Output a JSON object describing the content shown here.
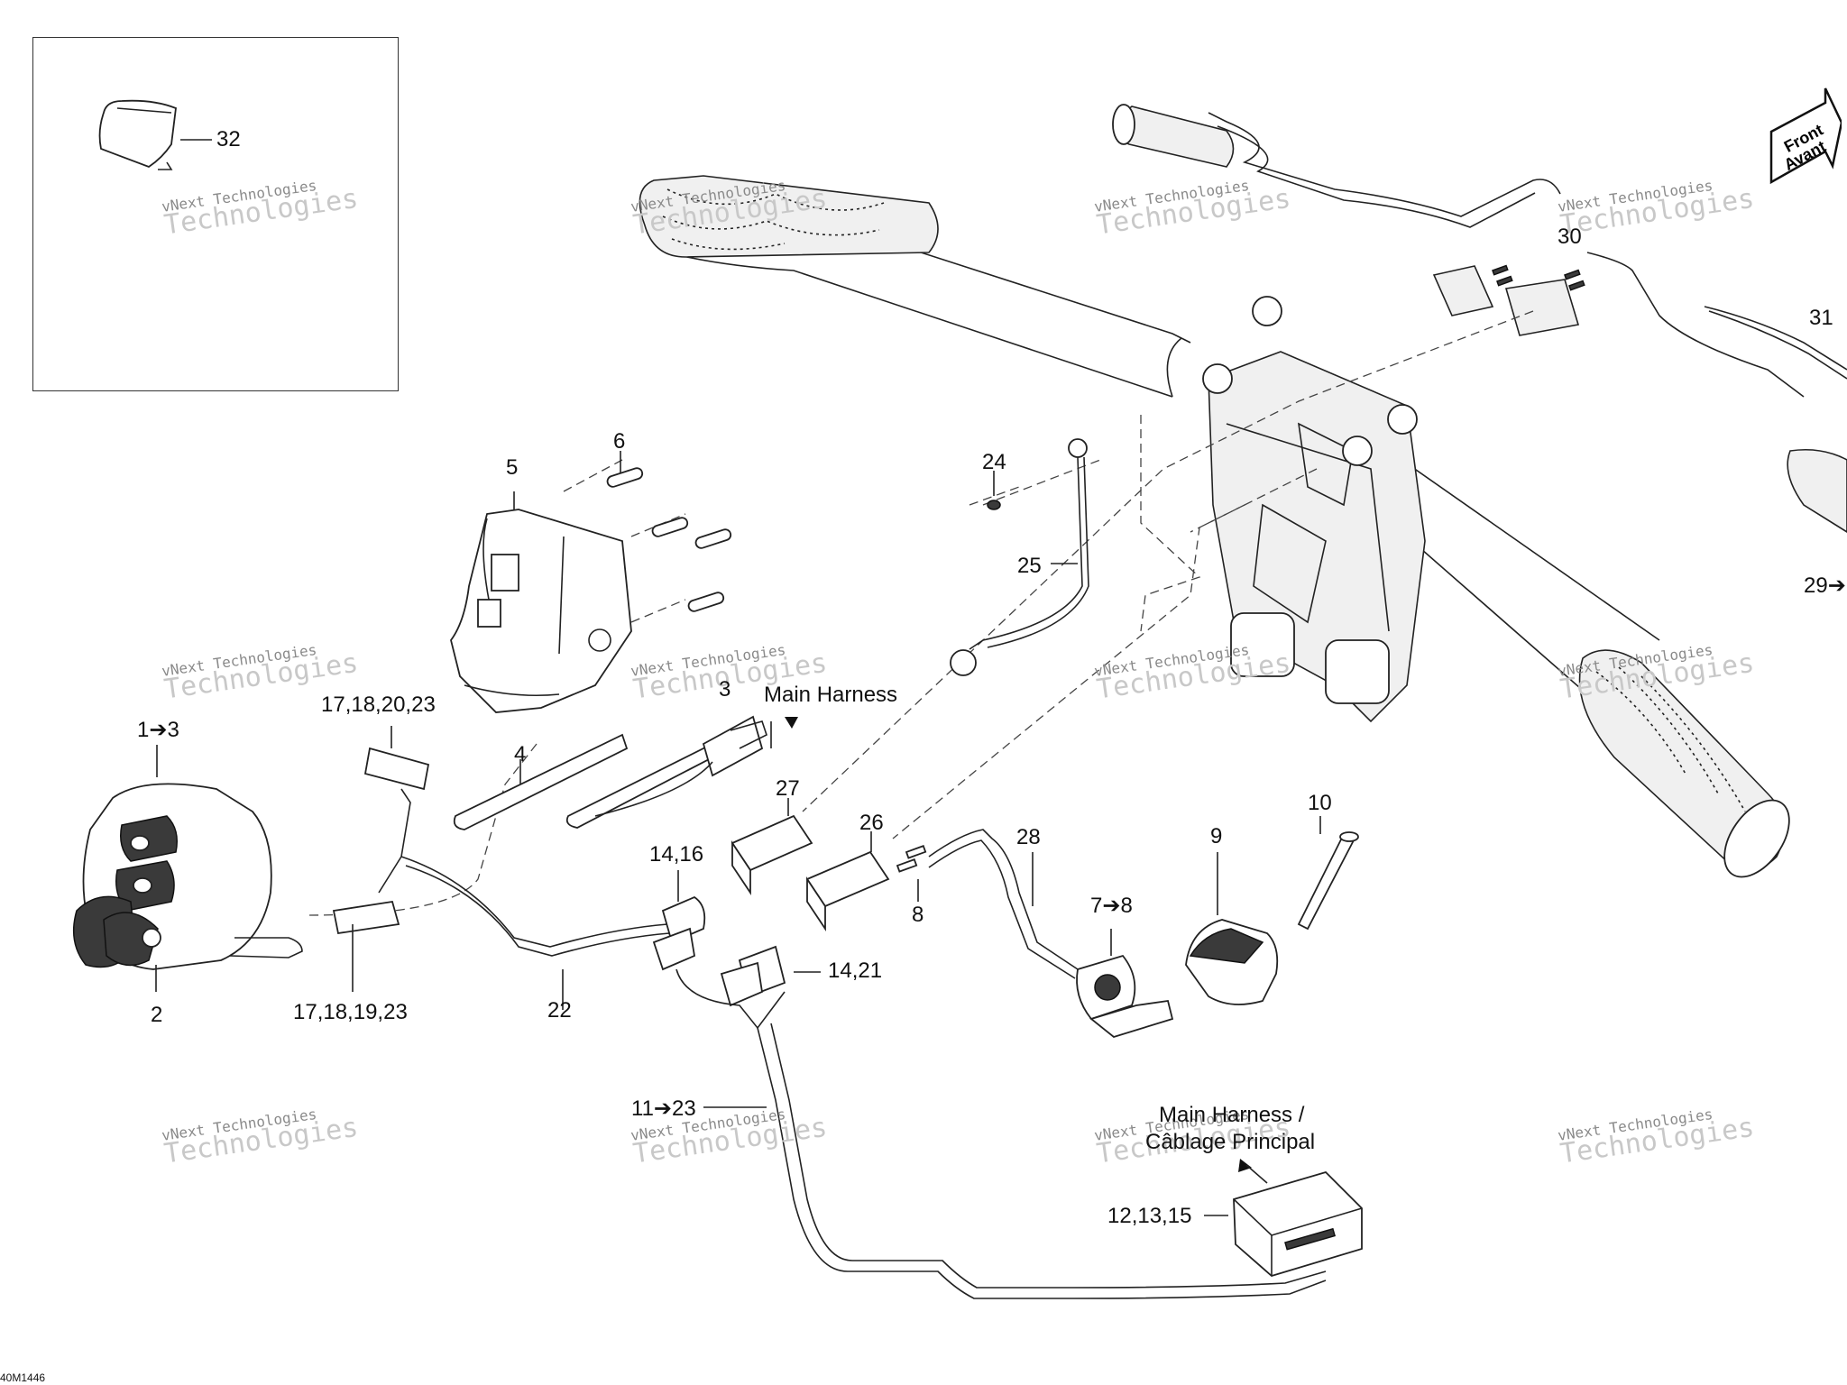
{
  "figure_code": "40M1446",
  "front_marker": {
    "line1": "Front",
    "line2": "Avant"
  },
  "watermark": {
    "line1": "vNext Technologies",
    "line2": "Technologies"
  },
  "callouts": {
    "c32": "32",
    "c30": "30",
    "c31": "31",
    "c29": "29➔",
    "c24": "24",
    "c25": "25",
    "c6": "6",
    "c5": "5",
    "c17_18_20_23": "17,18,20,23",
    "c1_3": "1➔3",
    "c4": "4",
    "c3": "3",
    "main_harness": "Main Harness",
    "c27": "27",
    "c26": "26",
    "c28": "28",
    "c14_16": "14,16",
    "c14_21": "14,21",
    "c8": "8",
    "c7_8": "7➔8",
    "c9": "9",
    "c10": "10",
    "c2": "2",
    "c17_18_19_23": "17,18,19,23",
    "c22": "22",
    "c11_23": "11➔23",
    "main_harness_2a": "Main Harness /",
    "main_harness_2b": "Câblage Principal",
    "c12_13_15": "12,13,15"
  },
  "colors": {
    "line": "#222222",
    "watermark": "#b0b0b0",
    "background": "#ffffff"
  }
}
